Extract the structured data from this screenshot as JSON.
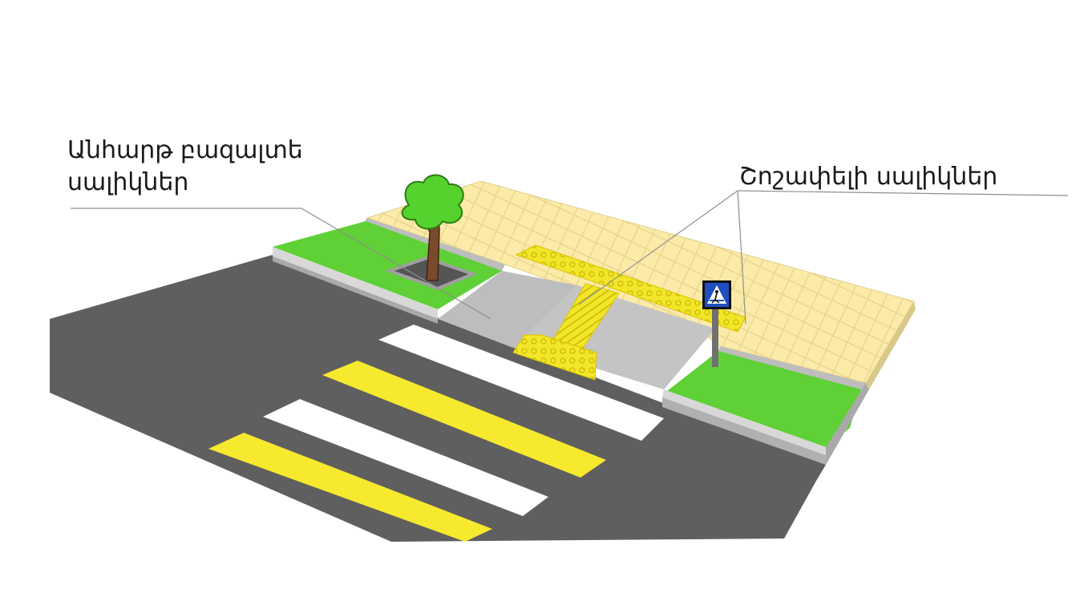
{
  "labels": {
    "non_smooth_line1": "Անհարթ բազալտե",
    "non_smooth_line2": "սալիկներ",
    "tactile": "Շոշափելի սալիկներ"
  },
  "colors": {
    "background": "#ffffff",
    "asphalt": "#5f5f5f",
    "curb": "#cfcfcf",
    "curb_side": "#bdbdbd",
    "grass": "#5fd035",
    "sidewalk_tiles": "#fbeaa8",
    "ramp": "#bdbdbd",
    "tactile_tiles": "#f2e52a",
    "stripe_white": "#ffffff",
    "stripe_yellow": "#f6e92e",
    "tree_foliage": "#55d22d",
    "tree_trunk": "#7a4a2d",
    "sign_blue": "#1f4fbf",
    "leader_line": "#8f8f8f"
  },
  "icons": [
    "tree-icon",
    "pedestrian-crossing-sign-icon"
  ]
}
